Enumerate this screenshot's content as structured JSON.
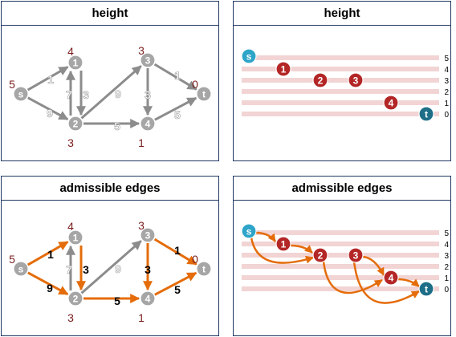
{
  "panels": {
    "top_left": {
      "title": "height"
    },
    "top_right": {
      "title": "height"
    },
    "bottom_left": {
      "title": "admissible edges"
    },
    "bottom_right": {
      "title": "admissible edges"
    }
  },
  "graph": {
    "nodes": [
      {
        "id": "s",
        "height": "5"
      },
      {
        "id": "1",
        "height": "4"
      },
      {
        "id": "2",
        "height": "3"
      },
      {
        "id": "3",
        "height": "3"
      },
      {
        "id": "4",
        "height": "1"
      },
      {
        "id": "t",
        "height": "0"
      }
    ],
    "edges": [
      {
        "from": "s",
        "to": "1",
        "capacity": "1",
        "admissible": true
      },
      {
        "from": "s",
        "to": "2",
        "capacity": "9",
        "admissible": true
      },
      {
        "from": "2",
        "to": "1",
        "capacity": "7",
        "admissible": false
      },
      {
        "from": "1",
        "to": "2",
        "capacity": "3",
        "admissible": true
      },
      {
        "from": "2",
        "to": "3",
        "capacity": "9",
        "admissible": false
      },
      {
        "from": "2",
        "to": "4",
        "capacity": "5",
        "admissible": true
      },
      {
        "from": "3",
        "to": "4",
        "capacity": "3",
        "admissible": true
      },
      {
        "from": "3",
        "to": "t",
        "capacity": "1",
        "admissible": true
      },
      {
        "from": "4",
        "to": "t",
        "capacity": "5",
        "admissible": true
      }
    ]
  },
  "height_levels": [
    "5",
    "4",
    "3",
    "2",
    "1",
    "0"
  ],
  "colors": {
    "panel_border": "#1f3864",
    "gray_node": "#a6a6a6",
    "gray_edge": "#8c8c8c",
    "red_node": "#b42626",
    "teal_node": "#2ea5c8",
    "dark_teal_node": "#1e6e88",
    "admissible_edge": "#e46c0a",
    "height_label": "#7b1e1e",
    "level_band": "#f2d4d4"
  }
}
